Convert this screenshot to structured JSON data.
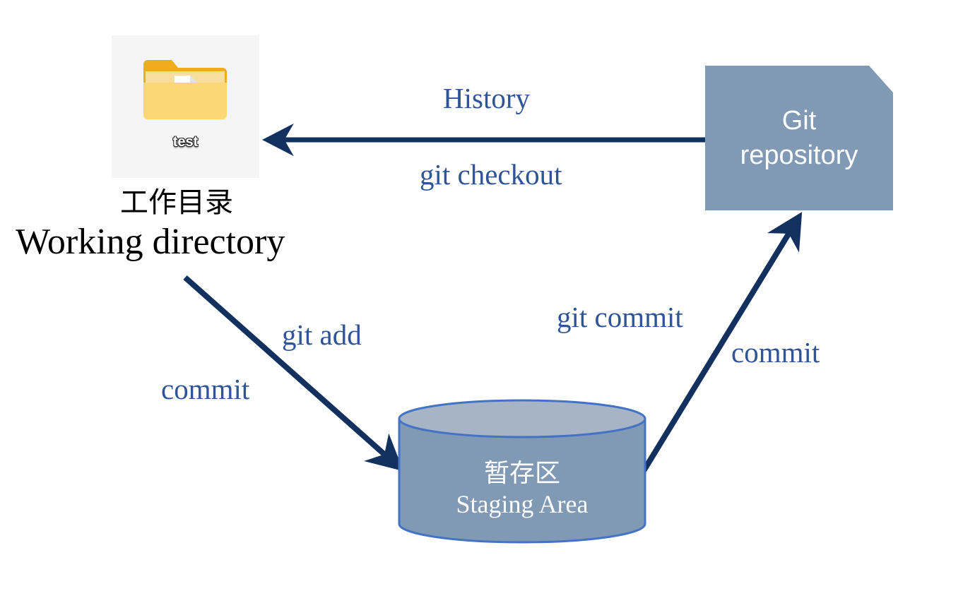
{
  "diagram": {
    "title": "Git workflow diagram",
    "colors": {
      "arrow": "#12315e",
      "label_blue": "#2f5597",
      "shape_fill": "#8099b5",
      "cylinder_top": "#a7b4c6",
      "cylinder_border": "#4472c4",
      "icon_box_bg": "#f6f5f5",
      "folder_yellow": "#f2b422",
      "folder_light": "#fbd775"
    },
    "nodes": {
      "working_directory": {
        "icon_name": "folder-test-icon",
        "icon_label": "test",
        "label_cn": "工作目录",
        "label_en": "Working directory"
      },
      "git_repository": {
        "line1": "Git",
        "line2": "repository"
      },
      "staging_area": {
        "label_cn": "暂存区",
        "label_en": "Staging Area"
      }
    },
    "edges": [
      {
        "id": "repo-to-working",
        "from": "git_repository",
        "to": "working_directory",
        "label_above": "History",
        "label_below": "git checkout",
        "direction": "left"
      },
      {
        "id": "working-to-staging",
        "from": "working_directory",
        "to": "staging_area",
        "label_above": "git add",
        "label_below": "commit",
        "direction": "down-right"
      },
      {
        "id": "staging-to-repo",
        "from": "staging_area",
        "to": "git_repository",
        "label_above": "git commit",
        "label_below": "commit",
        "direction": "up-right"
      }
    ]
  }
}
